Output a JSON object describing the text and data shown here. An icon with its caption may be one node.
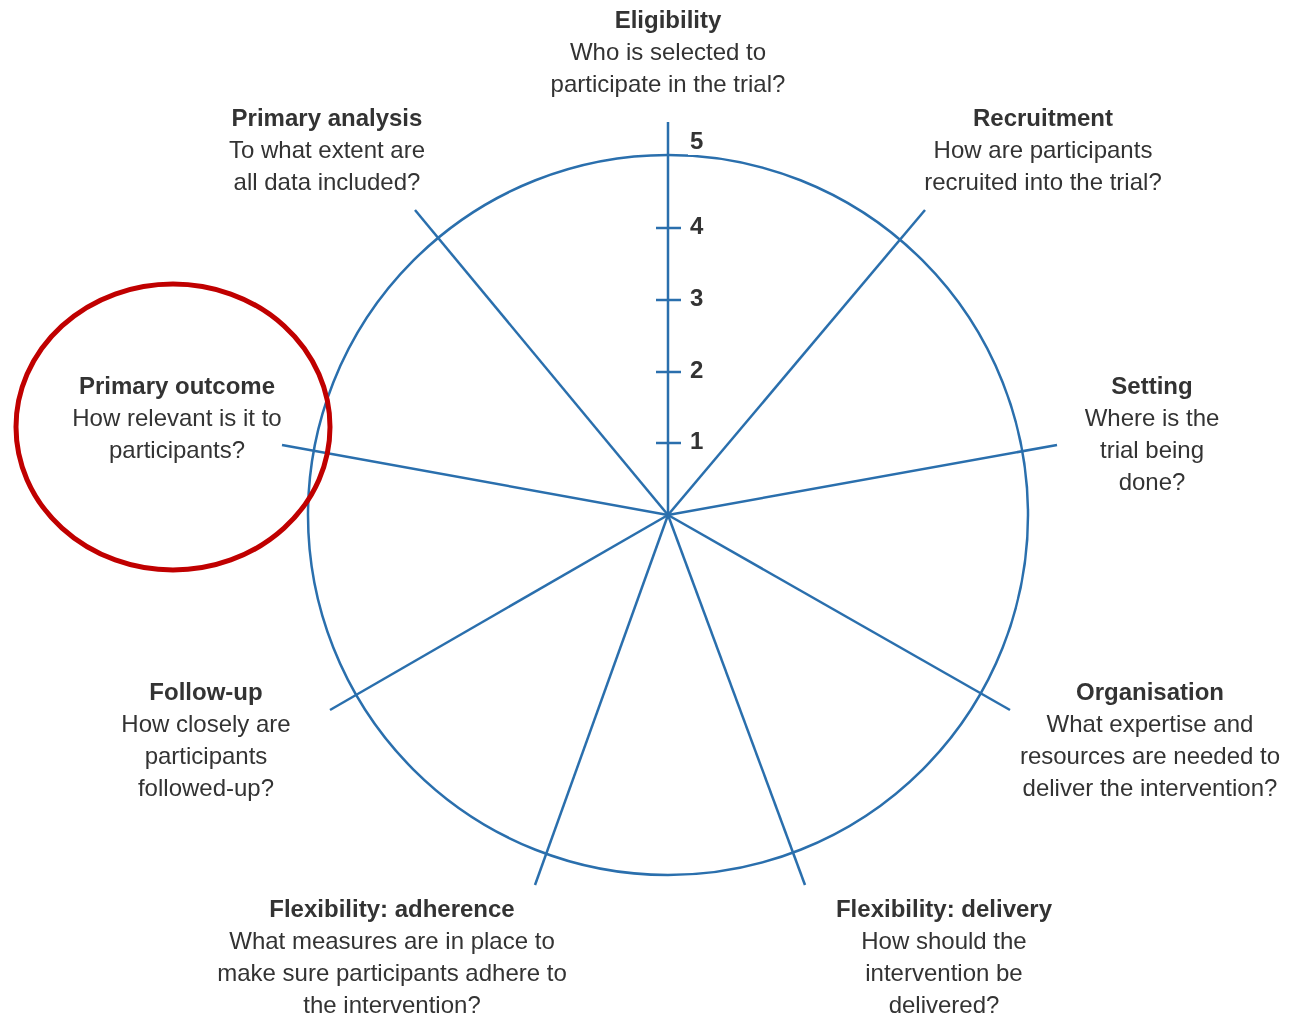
{
  "diagram": {
    "nodes": [
      {
        "text": [
          "Eligibility",
          "Who is selected to participate in the trial?"
        ]
      },
      {
        "text": [
          "Primary analysis",
          "To what extent are all data included?"
        ]
      },
      {
        "text": [
          "Recruitment",
          "How are participants recruited into the trial?"
        ]
      },
      {
        "text": [
          "Primary outcome",
          "How relevant is it to participants?"
        ]
      },
      {
        "text": [
          "Setting",
          "Where is the trial being done?"
        ]
      },
      {
        "text": [
          "Follow-up",
          "How closely are participants followed-up?"
        ]
      },
      {
        "text": [
          "Organisation",
          "What expertise and resources are needed to deliver the intervention?"
        ]
      },
      {
        "text": [
          "Flexibility: adherence",
          "What measures are in place to make sure participants adhere to the intervention?"
        ]
      },
      {
        "text": [
          "Flexibility: delivery",
          "How should the intervention be delivered?"
        ]
      }
    ],
    "labels": [
      "5",
      "4",
      "3",
      "2",
      "1"
    ]
  }
}
